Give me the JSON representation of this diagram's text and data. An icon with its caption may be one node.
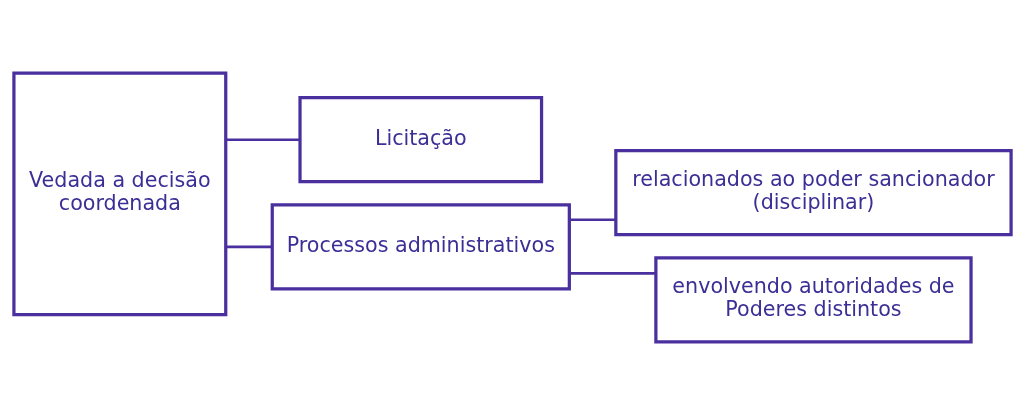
{
  "diagram": {
    "nodes": [
      {
        "text": [
          "Vedada a decisão coordenada"
        ]
      },
      {
        "text": [
          "Licitação"
        ]
      },
      {
        "text": [
          "Processos administrativos"
        ]
      },
      {
        "text": [
          "relacionados ao poder sancionador (disciplinar)"
        ]
      },
      {
        "text": [
          "envolvendo autoridades de Poderes distintos"
        ]
      }
    ],
    "edges": [
      {
        "from": 0,
        "to": 1,
        "arrow": "none"
      },
      {
        "from": 0,
        "to": 2,
        "arrow": "none"
      },
      {
        "from": 2,
        "to": 3,
        "arrow": "none"
      },
      {
        "from": 2,
        "to": 4,
        "arrow": "none"
      }
    ]
  }
}
